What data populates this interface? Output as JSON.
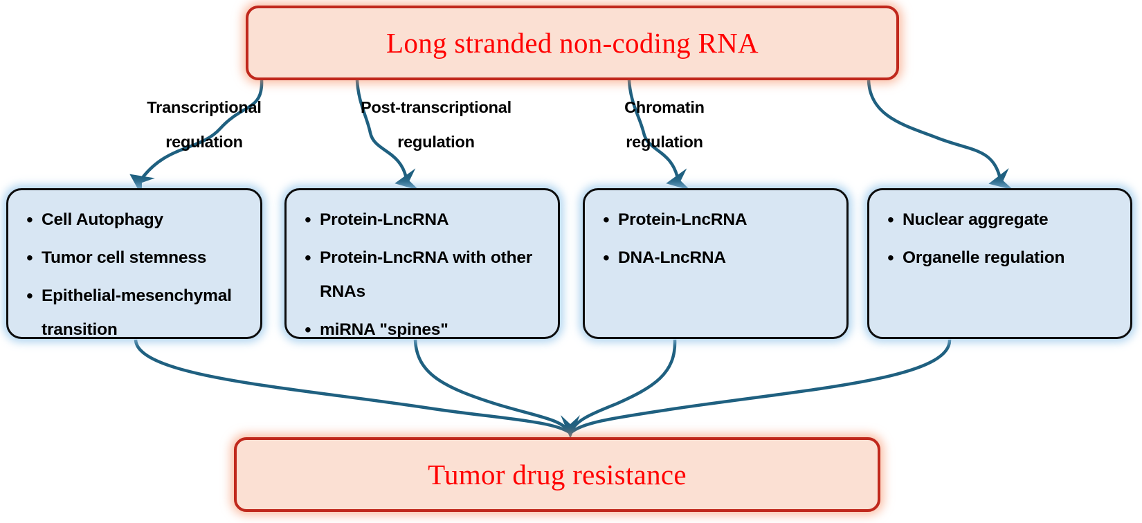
{
  "diagram": {
    "title_top": "Long stranded non-coding RNA",
    "title_bottom": "Tumor drug resistance",
    "bullet_glyph": "•",
    "colors": {
      "terminal_text": "#ff0000",
      "terminal_fill": "#fbe0d3",
      "terminal_border": "#c0281c",
      "terminal_glow": "#f7966e",
      "mechanism_fill": "#d8e6f3",
      "mechanism_border": "#0d0d0d",
      "mechanism_glow": "#9ac8eb",
      "connector": "#1f6080",
      "label_text": "#000000"
    }
  },
  "top_node": {
    "label": "Long stranded non-coding RNA"
  },
  "bottom_node": {
    "label": "Tumor drug resistance"
  },
  "edge_labels": [
    {
      "line1": "Transcriptional",
      "line2": "regulation",
      "text": "Transcriptional\nregulation"
    },
    {
      "line1": "Post-transcriptional",
      "line2": "regulation",
      "text": "Post-transcriptional\nregulation"
    },
    {
      "line1": "Chromatin",
      "line2": "regulation",
      "text": "Chromatin\nregulation"
    }
  ],
  "mechanism_boxes": [
    {
      "id": "mech-1",
      "items": [
        "Cell Autophagy",
        "Tumor cell stemness",
        "Epithelial-mesenchymal transition"
      ]
    },
    {
      "id": "mech-2",
      "items": [
        "Protein-LncRNA",
        "Protein-LncRNA with other RNAs",
        "miRNA \"spines\""
      ]
    },
    {
      "id": "mech-3",
      "items": [
        "Protein-LncRNA",
        "DNA-LncRNA"
      ]
    },
    {
      "id": "mech-4",
      "items": [
        "Nuclear aggregate",
        "Organelle regulation"
      ]
    }
  ]
}
